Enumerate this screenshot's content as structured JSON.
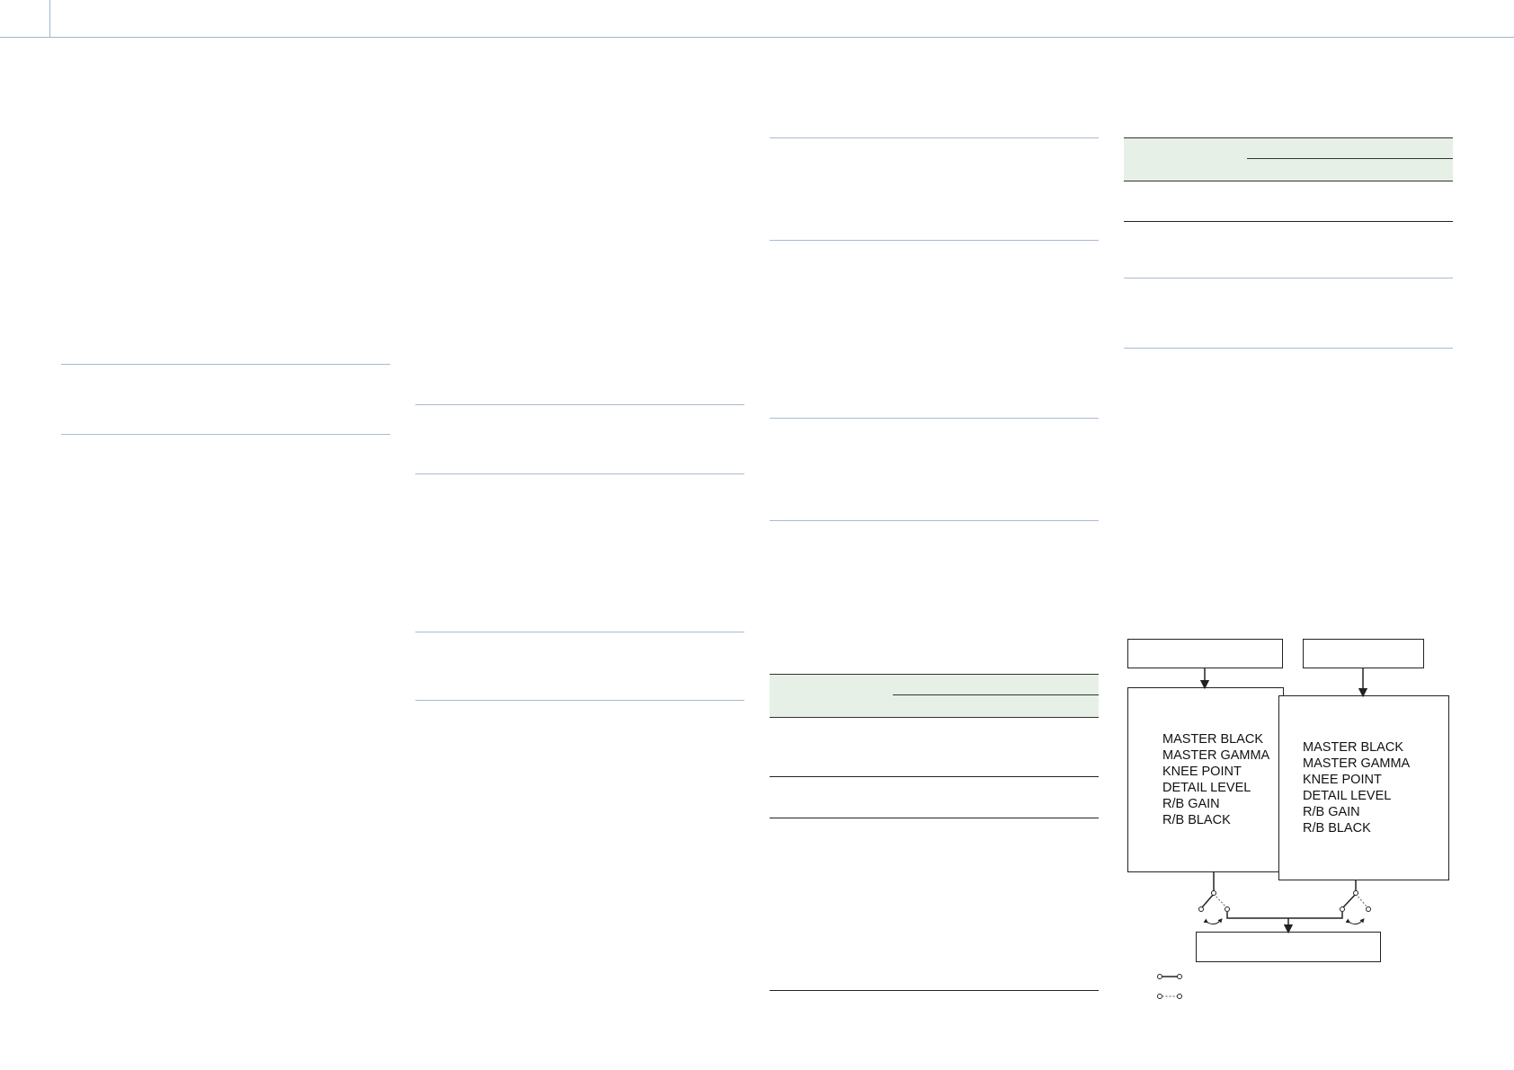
{
  "diagram": {
    "left_params": [
      "MASTER BLACK",
      "MASTER GAMMA",
      "KNEE POINT",
      "DETAIL LEVEL",
      "R/B GAIN",
      "R/B BLACK"
    ],
    "right_params": [
      "MASTER BLACK",
      "MASTER GAMMA",
      "KNEE POINT",
      "DETAIL LEVEL",
      "R/B GAIN",
      "R/B BLACK"
    ]
  }
}
